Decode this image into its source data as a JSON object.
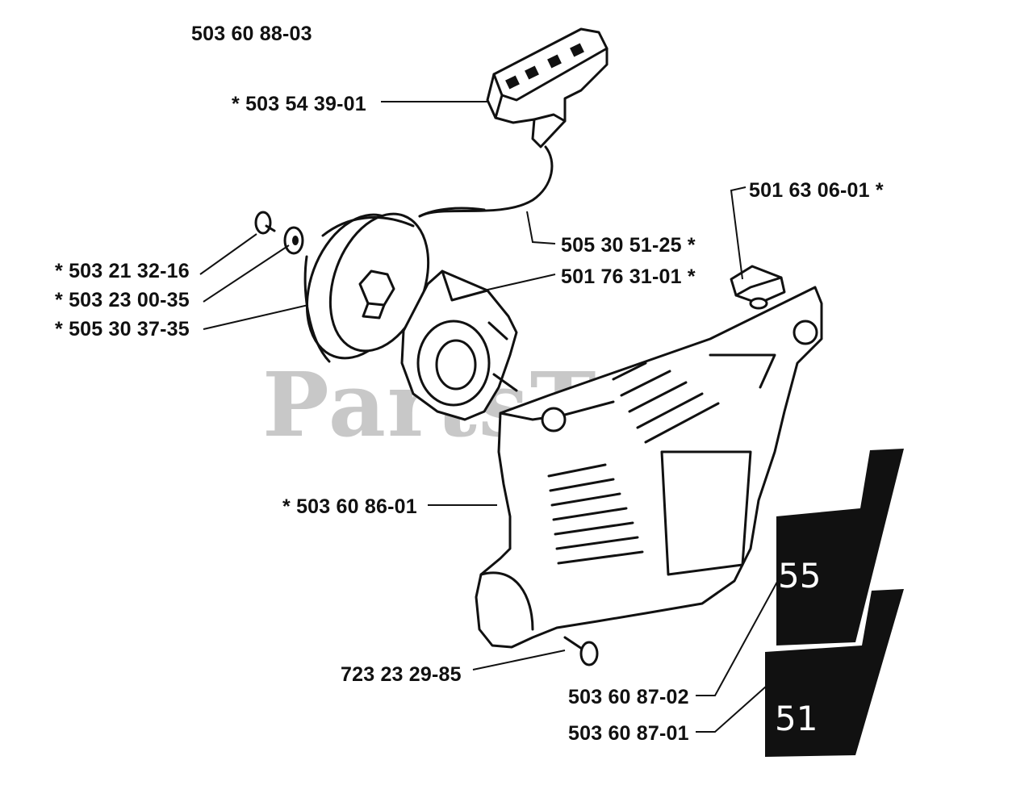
{
  "diagram": {
    "assembly_number": "503 60 88-03",
    "watermark": "PartsTree",
    "parts": [
      {
        "id": "handle",
        "label": "* 503 54 39-01"
      },
      {
        "id": "rope",
        "label": "505 30 51-25 *"
      },
      {
        "id": "clip",
        "label": "501 63 06-01 *"
      },
      {
        "id": "screw-small",
        "label": "* 503 21 32-16"
      },
      {
        "id": "washer",
        "label": "* 503 23 00-35"
      },
      {
        "id": "pulley",
        "label": "* 505 30 37-35"
      },
      {
        "id": "spring-housing",
        "label": "501 76 31-01 *"
      },
      {
        "id": "cover",
        "label": "* 503 60 86-01"
      },
      {
        "id": "screw-cover",
        "label": "723 23 29-85"
      },
      {
        "id": "decal-55",
        "label": "503 60 87-02",
        "decal_text": "55"
      },
      {
        "id": "decal-51",
        "label": "503 60 87-01",
        "decal_text": "51"
      }
    ]
  }
}
